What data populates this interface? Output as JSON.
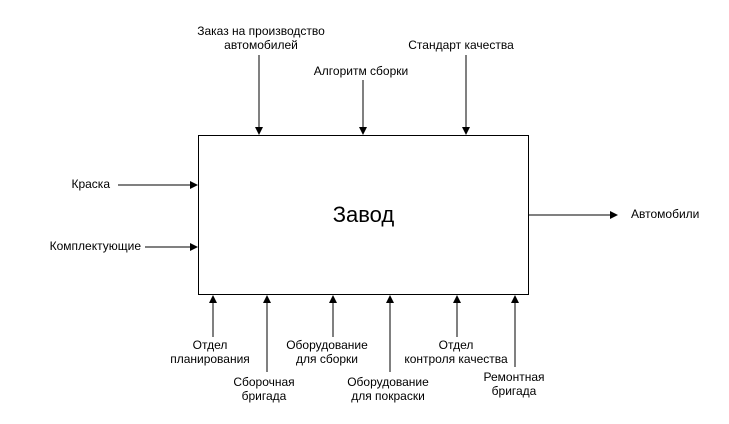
{
  "function": {
    "title": "Завод"
  },
  "controls": [
    {
      "line1": "Заказ на производство",
      "line2": "автомобилей"
    },
    {
      "line1": "Алгоритм сборки"
    },
    {
      "line1": "Стандарт качества"
    }
  ],
  "inputs": [
    {
      "label": "Краска"
    },
    {
      "label": "Комплектующие"
    }
  ],
  "outputs": [
    {
      "label": "Автомобили"
    }
  ],
  "mechanisms": [
    {
      "line1": "Отдел",
      "line2": "планирования"
    },
    {
      "line1": "Сборочная",
      "line2": "бригада"
    },
    {
      "line1": "Оборудование",
      "line2": "для сборки"
    },
    {
      "line1": "Оборудование",
      "line2": "для покраски"
    },
    {
      "line1": "Отдел",
      "line2": "контроля качества"
    },
    {
      "line1": "Ремонтная",
      "line2": "бригада"
    }
  ]
}
